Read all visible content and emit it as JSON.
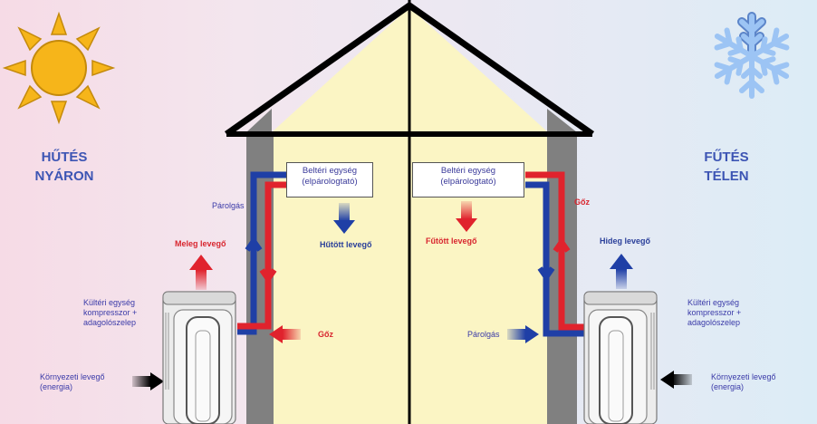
{
  "left": {
    "title_line1": "HŰTÉS",
    "title_line2": "NYÁRON",
    "indoor_unit_line1": "Beltéri egység",
    "indoor_unit_line2": "(elpárologtató)",
    "evaporation": "Párolgás",
    "warm_air": "Meleg levegő",
    "cooled_air": "Hűtött levegő",
    "outdoor_unit_line1": "Kültéri egység",
    "outdoor_unit_line2": "kompresszor +",
    "outdoor_unit_line3": "adagolószelep",
    "steam": "Gőz",
    "ambient_air_line1": "Környezeti levegő",
    "ambient_air_line2": "(energia)"
  },
  "right": {
    "title_line1": "FŰTÉS",
    "title_line2": "TÉLEN",
    "indoor_unit_line1": "Beltéri egység",
    "indoor_unit_line2": "(elpárologtató)",
    "steam": "Gőz",
    "heated_air": "Fűtött levegő",
    "cold_air": "Hideg levegő",
    "outdoor_unit_line1": "Kültéri egység",
    "outdoor_unit_line2": "kompresszor +",
    "outdoor_unit_line3": "adagolószelep",
    "evaporation": "Párolgás",
    "ambient_air_line1": "Környezeti levegő",
    "ambient_air_line2": "(energia)"
  },
  "colors": {
    "hot_pipe": "#e0232d",
    "cold_pipe": "#1f3fa6",
    "wall": "#808080",
    "interior": "#fbf5c4",
    "sun": "#f6b51a",
    "snowflake": "#8fb9f0",
    "title": "#3d55b4"
  },
  "icons": [
    "sun-icon",
    "snowflake-icon"
  ]
}
